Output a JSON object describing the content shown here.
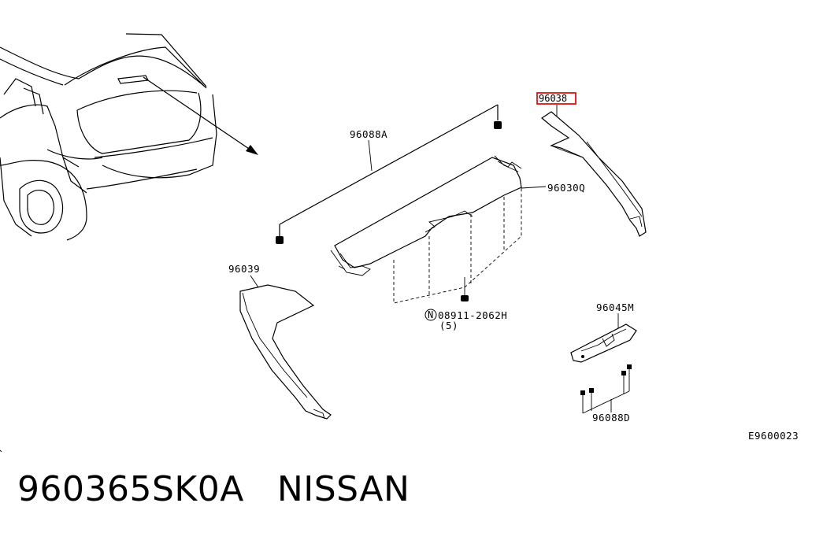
{
  "diagram": {
    "labels": {
      "part_96088A": "96088A",
      "part_96038": "96038",
      "part_96030Q": "96030Q",
      "part_96039": "96039",
      "part_bolt_code": "08911-2062H",
      "part_bolt_marker": "N",
      "part_bolt_qty": "(5)",
      "part_96045M": "96045M",
      "part_96088D": "96088D",
      "ref_code": "E9600023"
    },
    "highlight": {
      "part": "96038",
      "color": "#e01010"
    }
  },
  "caption": {
    "part_number": "960365SK0A",
    "brand": "NISSAN"
  }
}
